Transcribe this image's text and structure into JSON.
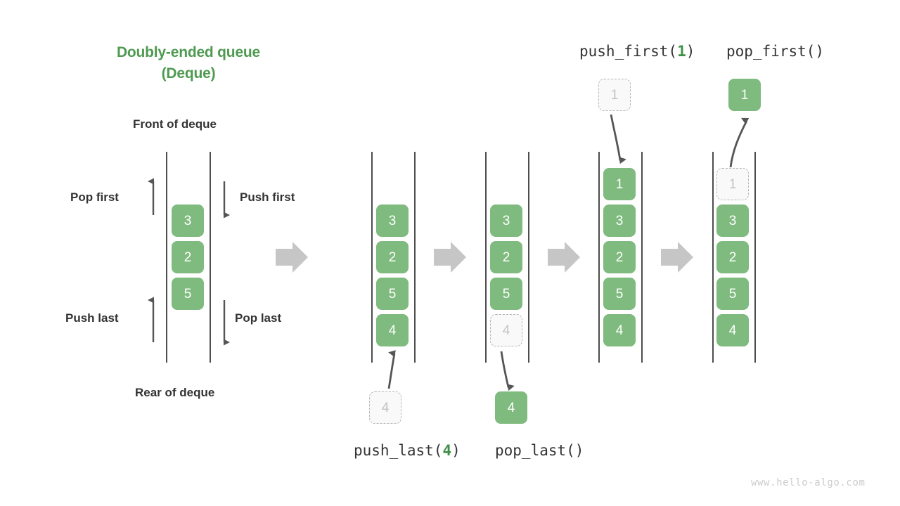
{
  "title": {
    "line1": "Doubly-ended queue",
    "line2": "(Deque)"
  },
  "labels": {
    "front": "Front of deque",
    "rear": "Rear of deque",
    "pop_first": "Pop first",
    "push_first": "Push first",
    "push_last": "Push last",
    "pop_last": "Pop last"
  },
  "operations": {
    "push_first": {
      "name": "push_first(",
      "arg": "1",
      "close": ")"
    },
    "pop_first": {
      "name": "pop_first()",
      "arg": "",
      "close": ""
    },
    "push_last": {
      "name": "push_last(",
      "arg": "4",
      "close": ")"
    },
    "pop_last": {
      "name": "pop_last()",
      "arg": "",
      "close": ""
    }
  },
  "watermark": "www.hello-algo.com",
  "colors": {
    "accent_green": "#4e9a51",
    "cell_green": "#7fba7f",
    "ghost_fill": "#f9f9f9",
    "ghost_border": "#b6b6b6",
    "ghost_text": "#c2c2c2",
    "rail": "#4d4d4d",
    "arrow_grey": "#c6c6c6",
    "thin_arrow": "#555555",
    "text_dark": "#333333",
    "watermark": "#cccccc"
  },
  "panels": [
    {
      "id": "panel-initial",
      "cells": [
        {
          "value": "3",
          "state": "filled"
        },
        {
          "value": "2",
          "state": "filled"
        },
        {
          "value": "5",
          "state": "filled"
        }
      ]
    },
    {
      "id": "panel-after-push-last",
      "cells": [
        {
          "value": "3",
          "state": "filled"
        },
        {
          "value": "2",
          "state": "filled"
        },
        {
          "value": "5",
          "state": "filled"
        },
        {
          "value": "4",
          "state": "filled"
        }
      ],
      "incoming": {
        "value": "4",
        "state": "ghost"
      }
    },
    {
      "id": "panel-before-pop-last",
      "cells": [
        {
          "value": "3",
          "state": "filled"
        },
        {
          "value": "2",
          "state": "filled"
        },
        {
          "value": "5",
          "state": "filled"
        },
        {
          "value": "4",
          "state": "ghost"
        }
      ],
      "outgoing": {
        "value": "4",
        "state": "filled"
      }
    },
    {
      "id": "panel-after-push-first",
      "cells": [
        {
          "value": "1",
          "state": "filled"
        },
        {
          "value": "3",
          "state": "filled"
        },
        {
          "value": "2",
          "state": "filled"
        },
        {
          "value": "5",
          "state": "filled"
        },
        {
          "value": "4",
          "state": "filled"
        }
      ],
      "incoming": {
        "value": "1",
        "state": "ghost"
      }
    },
    {
      "id": "panel-before-pop-first",
      "cells": [
        {
          "value": "1",
          "state": "ghost"
        },
        {
          "value": "3",
          "state": "filled"
        },
        {
          "value": "2",
          "state": "filled"
        },
        {
          "value": "5",
          "state": "filled"
        },
        {
          "value": "4",
          "state": "filled"
        }
      ],
      "outgoing": {
        "value": "1",
        "state": "filled"
      }
    }
  ]
}
